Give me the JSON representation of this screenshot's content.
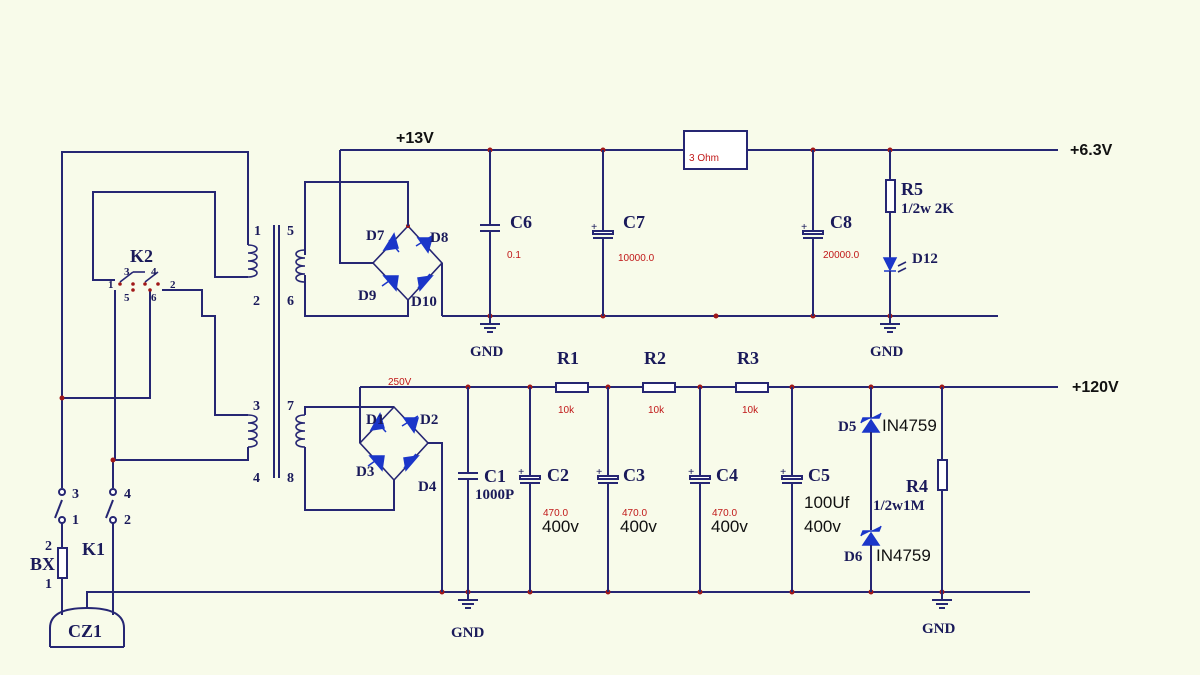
{
  "rails": {
    "plus13": "+13V",
    "plus63": "+6.3V",
    "plus120": "+120V",
    "v250": "250V"
  },
  "gnd": "GND",
  "switches": {
    "k2": "K2",
    "k1": "K1",
    "bx": "BX",
    "cz1": "CZ1"
  },
  "pins": {
    "k2_1": "1",
    "k2_2": "2",
    "k2_3": "3",
    "k2_4": "4",
    "k2_5": "5",
    "k2_6": "6",
    "t1": "1",
    "t2": "2",
    "t3": "3",
    "t4": "4",
    "t5": "5",
    "t6": "6",
    "t7": "7",
    "t8": "8",
    "sw3": "3",
    "sw1": "1",
    "sw4": "4",
    "sw2": "2",
    "bx2": "2",
    "bx1": "1"
  },
  "diodes": {
    "d1": "D1",
    "d2": "D2",
    "d3": "D3",
    "d4": "D4",
    "d7": "D7",
    "d8": "D8",
    "d9": "D9",
    "d10": "D10",
    "d12": "D12"
  },
  "zeners": {
    "d5": "D5",
    "d5_part": "IN4759",
    "d6": "D6",
    "d6_part": "IN4759"
  },
  "caps": {
    "c1": "C1",
    "c1_val": "1000P",
    "c2": "C2",
    "c2_val": "470.0",
    "c2_v": "400v",
    "c3": "C3",
    "c3_val": "470.0",
    "c3_v": "400v",
    "c4": "C4",
    "c4_val": "470.0",
    "c4_v": "400v",
    "c5": "C5",
    "c5_val": "100Uf",
    "c5_v": "400v",
    "c6": "C6",
    "c6_val": "0.1",
    "c7": "C7",
    "c7_val": "10000.0",
    "c8": "C8",
    "c8_val": "20000.0"
  },
  "resistors": {
    "r1": "R1",
    "r1_val": "10k",
    "r2": "R2",
    "r2_val": "10k",
    "r3": "R3",
    "r3_val": "10k",
    "r4": "R4",
    "r4_val": "1/2w1M",
    "r5": "R5",
    "r5_val": "1/2w 2K",
    "series": "3 Ohm"
  }
}
